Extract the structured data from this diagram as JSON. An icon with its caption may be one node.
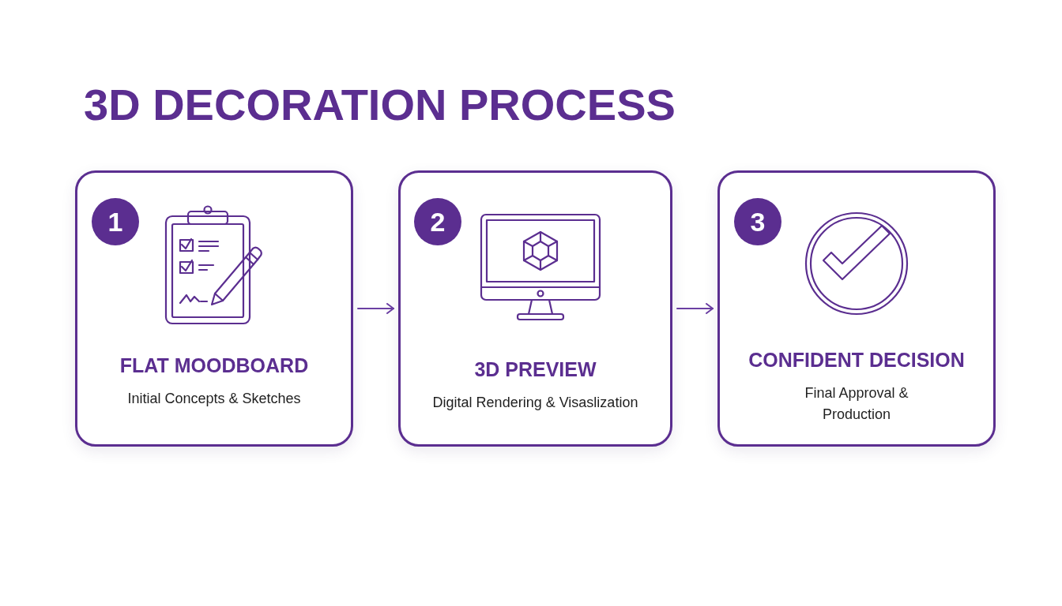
{
  "diagram": {
    "title": "3D DECORATION PROCESS",
    "nodes": [
      {
        "text": [
          "FLAT MOODBOARD",
          "Initial Concepts & Sketches"
        ]
      },
      {
        "text": [
          "1"
        ],
        "in": 0
      },
      {
        "text": [
          "3D PREVIEW",
          "Digital Rendering & Visaslization"
        ]
      },
      {
        "text": [
          "2"
        ],
        "in": 2
      },
      {
        "text": [
          "CONFIDENT DECISION",
          "Final Approval & Production"
        ]
      },
      {
        "text": [
          "3"
        ],
        "in": 4
      }
    ],
    "edges": [
      {
        "from": 0,
        "to": 2,
        "arrow": "to"
      },
      {
        "from": 2,
        "to": 4,
        "arrow": "to"
      }
    ]
  }
}
